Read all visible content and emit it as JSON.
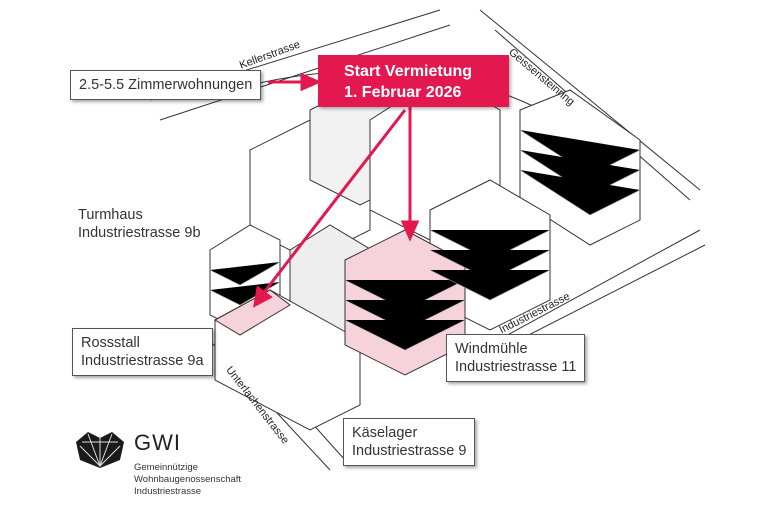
{
  "callout": {
    "line1": "Start Vermietung",
    "line2": "1. Februar 2026"
  },
  "labels": {
    "apartments": "2.5-5.5 Zimmerwohnungen",
    "turmhaus": {
      "name": "Turmhaus",
      "address": "Industriestrasse 9b"
    },
    "rossstall": {
      "name": "Rossstall",
      "address": "Industriestrasse 9a"
    },
    "windmuehle": {
      "name": "Windmühle",
      "address": "Industriestrasse 11"
    },
    "kaeselager": {
      "name": "Käselager",
      "address": "Industriestrasse 9"
    }
  },
  "streets": {
    "keller": "Kellerstrasse",
    "geissenstein": "Geissensteinring",
    "industrie": "Industriestrasse",
    "unterlachen": "Unterlachenstrasse"
  },
  "logo": {
    "name": "GWI",
    "line1": "Gemeinnützige",
    "line2": "Wohnbaugenossenschaft",
    "line3": "Industriestrasse"
  },
  "colors": {
    "accent": "#e2184f",
    "highlight": "#f6d3da"
  }
}
